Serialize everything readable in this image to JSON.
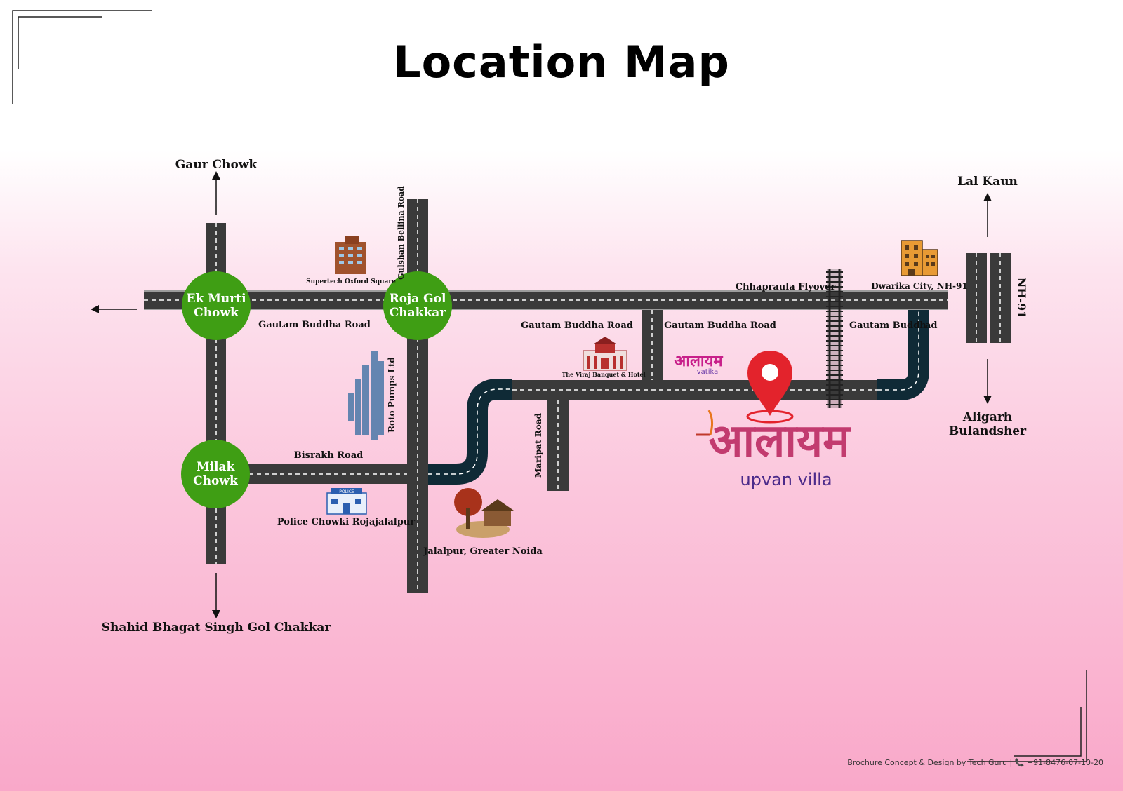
{
  "page": {
    "title": "Location Map"
  },
  "nodes": {
    "ek_murti": [
      "Ek Murti",
      "Chowk"
    ],
    "roja_gol": [
      "Roja Gol",
      "Chakkar"
    ],
    "milak": [
      "Milak",
      "Chowk"
    ]
  },
  "directions": {
    "gaur_chowk": "Gaur Chowk",
    "shahid": "Shahid Bhagat Singh Gol Chakkar",
    "lal_kaun": "Lal Kaun",
    "aligarh": [
      "Aligarh",
      "Bulandsher"
    ]
  },
  "roads": {
    "gautam_buddha": "Gautam Buddha Road",
    "gautam_buddha_partial": "Gautam Buddh",
    "gautam_buddha_tail": "ad",
    "gulshan_bellina": "Gulshan Bellina Road",
    "bisrakh": "Bisrakh Road",
    "maripat": "Maripat Road",
    "nh91": "NH-91",
    "chhapraula": "Chhapraula Flyover"
  },
  "landmarks": {
    "supertech": "Supertech Oxford Square",
    "roto": "Roto Pumps Ltd",
    "police": "Police Chowki Rojajalalpur",
    "police_sign": "POLICE",
    "jalalpur": "Jalalpur, Greater Noida",
    "viraj": "The Viraj Banquet & Hotel",
    "dwarika": "Dwarika City, NH-91",
    "vatika_brand": "आलायम",
    "vatika_sub": "vatika"
  },
  "project": {
    "brand_devanagari": "आलायम",
    "brand_sub": "upvan villa",
    "pin_color": "#e3232c"
  },
  "footer": {
    "credit": "Brochure Concept & Design by Tech Guru | 📞 +91-8476-07-10-20"
  },
  "colors": {
    "road": "#3a3a3a",
    "flyover_road": "#0f2a36",
    "circle": "#3f9e14",
    "background_top": "#ffffff",
    "background_bottom": "#f9a8c9"
  }
}
